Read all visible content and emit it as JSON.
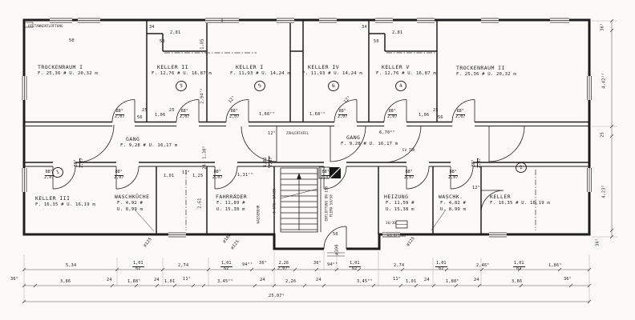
{
  "drawing_type": "basement floor plan (Kellergeschoss)",
  "rooms": {
    "trockenraum1": {
      "name": "TROCKENRAUM I",
      "info": "F. 25,36 # U. 20,32 m"
    },
    "keller2": {
      "name": "KELLER II",
      "info": "F. 12,76 # U. 16,87 m",
      "unit": "3"
    },
    "keller1": {
      "name": "KELLER I",
      "info": "F. 11,93 # U. 14,24 m",
      "unit": "5"
    },
    "keller4": {
      "name": "KELLER IV",
      "info": "F. 11,93 # U. 14,24 m",
      "unit": "6"
    },
    "keller5": {
      "name": "KELLER V",
      "info": "F. 12,76 # U. 16,87 m",
      "unit": "4"
    },
    "trockenraum2": {
      "name": "TROCKENRAUM II",
      "info": "F. 25,36 # U. 20,32 m"
    },
    "gang_left": {
      "name": "GANG",
      "info": "F. 9,28 # U. 16,17 m"
    },
    "gang_right": {
      "name": "GANG",
      "info": "F. 9,28 # U. 16,17 m"
    },
    "keller3": {
      "name": "KELLER III",
      "info": "F. 16,35 # U. 16,19 m",
      "unit": "1"
    },
    "waschkueche": {
      "name": "WASCHKÜCHE",
      "info": "F. 4,92 #",
      "info2": "U. 8,99 m"
    },
    "fahrraeder": {
      "name": "FAHRRÄDER",
      "info": "F. 11,89 #",
      "info2": "U. 15,38 m"
    },
    "heizung": {
      "name": "HEIZUNG",
      "info": "F. 11,59 #",
      "info2": "U. 15,38 m"
    },
    "waschk": {
      "name": "WASCHK.",
      "info": "F. 4,82 #",
      "info2": "U. 8,99 m"
    },
    "keller_br": {
      "name": "KELLER",
      "info": "F. 16,35 # U. 16,19 m",
      "unit": "2"
    }
  },
  "annotations": {
    "oeltank": "OELTANKENTLÜFTUNG",
    "zaehlertafel": "ZÄHLERTAFEL",
    "wasseruhr": "WASSERUHR",
    "stg": "5 STG. 17/25",
    "entl": "ENTLÜFTUNG DN 150",
    "flema": "FLEMA 50/50",
    "beluftung": "BELÜFTUNG",
    "ev_tuer": "EV TÜR",
    "w3636": "36/36"
  },
  "dims": {
    "door": {
      "top": "88⁵",
      "bot": "2,07"
    },
    "door_center": {
      "top": "1,01",
      "bot": "2,07"
    },
    "win": {
      "top": "1,01",
      "bot": "62"
    },
    "center_pair": {
      "top": "2,26",
      "bot": "2,07⁵"
    },
    "top": [
      "2,81",
      "50",
      "50",
      "34",
      "1,05",
      "2,94⁷⁵",
      "2,81",
      "50",
      "34",
      "12⁵",
      "12⁵"
    ],
    "ctop": [
      "25",
      "56",
      "1,06",
      "25",
      "1,68⁷⁵",
      "1,68⁷⁵",
      "1,06",
      "25",
      "56",
      "6,70²⁵",
      "12⁵"
    ],
    "cmid": [
      "1,38⁵",
      "24"
    ],
    "cbot": [
      "1,01",
      "11⁵",
      "1,25",
      "1,31⁷⁵",
      "12⁵",
      "2,61"
    ],
    "service": [
      "50",
      "ø100",
      "ø125",
      "ø100",
      "ø125",
      "ø125"
    ],
    "right": [
      "36⁵",
      "4,42²⁵",
      "25",
      "4,23⁵",
      "36⁵"
    ],
    "row1": [
      "5,34",
      "2,74",
      "94²⁵",
      "36⁵",
      "36⁵",
      "94²⁵",
      "2,74",
      "2,46⁵",
      "1,86⁵"
    ],
    "row2": [
      "36⁵",
      "3,86",
      "24",
      "1,88⁵",
      "24",
      "1,01",
      "11⁵",
      "3,45²⁵",
      "24",
      "2,26",
      "24",
      "3,45²⁵",
      "11⁵",
      "1,01",
      "24",
      "1,88⁵",
      "24",
      "3,86",
      "36⁵"
    ],
    "total": "25,07⁵"
  }
}
